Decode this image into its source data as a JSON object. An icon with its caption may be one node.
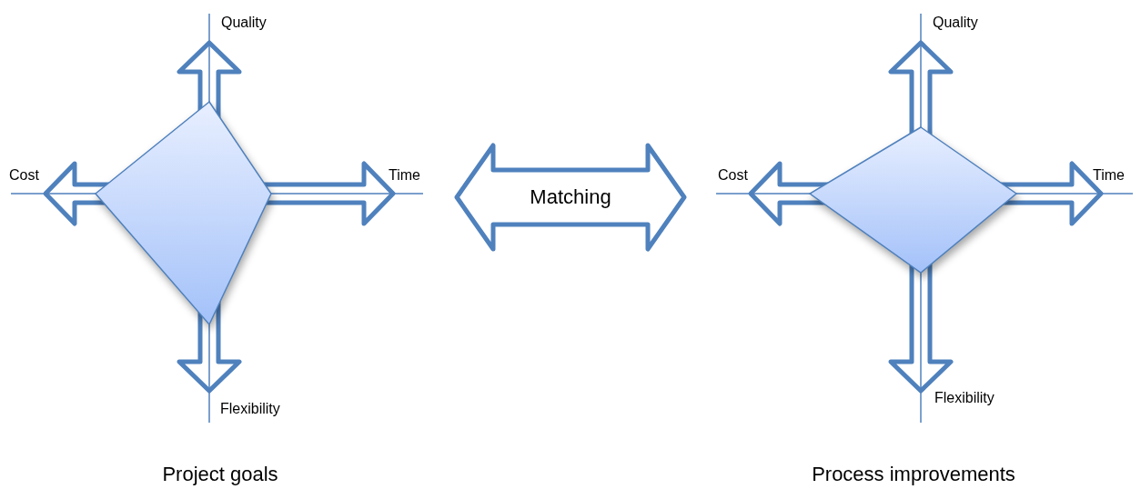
{
  "diagram": {
    "nodes": [
      {
        "text": [],
        "shape": "diamond"
      },
      {
        "text": [
          "Matching"
        ]
      },
      {
        "text": [],
        "shape": "diamond"
      }
    ],
    "labels": [
      "Quality",
      "Quality",
      "Cost",
      "Time",
      "Cost",
      "Time",
      "Flexibility",
      "Flexibility",
      "Project goals",
      "Process improvements"
    ]
  }
}
